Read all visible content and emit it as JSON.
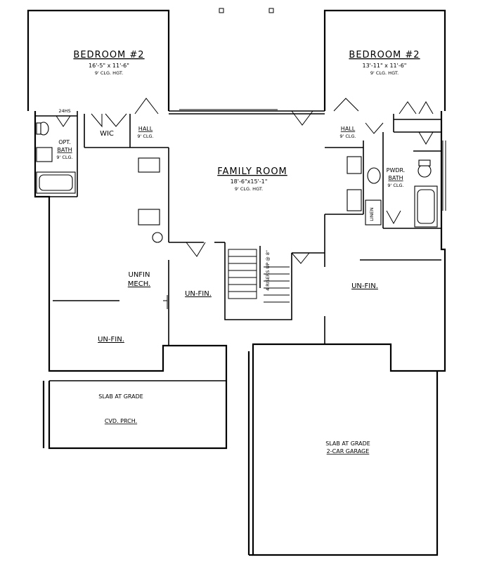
{
  "rooms": {
    "bedroom_left": {
      "name": "BEDROOM #2",
      "dims": "16'-5\" x 11'-6\"",
      "ceiling": "9' CLG. HGT."
    },
    "bedroom_right": {
      "name": "BEDROOM #2",
      "dims": "13'-11\" x 11'-6\"",
      "ceiling": "9' CLG. HGT."
    },
    "wic": "WIC",
    "hall_left": {
      "name": "HALL",
      "ceiling": "9' CLG."
    },
    "hall_right": {
      "name": "HALL",
      "ceiling": "9' CLG."
    },
    "opt_bath": {
      "line1": "OPT.",
      "line2": "BATH",
      "ceiling": "9' CLG."
    },
    "family_room": {
      "name": "FAMILY ROOM",
      "dims": "18'-6\"x15'-1\"",
      "ceiling": "9' CLG. HGT."
    },
    "pwdr_bath": {
      "line1": "PWDR.",
      "line2": "BATH",
      "ceiling": "9' CLG."
    },
    "linen": "LINEN",
    "unfin_mech": {
      "line1": "UNFIN",
      "line2": "MECH."
    },
    "unfin_center": "UN-FIN.",
    "unfin_right": "UN-FIN.",
    "unfin_lower_left": "UN-FIN.",
    "stair_note": "4 RISERS UP @ 8\"",
    "slab_porch": {
      "line1": "SLAB AT GRADE",
      "line2": "CVD. PRCH."
    },
    "garage": {
      "line1": "SLAB AT GRADE",
      "line2": "2-CAR GARAGE"
    },
    "wall_tag": "24HS"
  }
}
